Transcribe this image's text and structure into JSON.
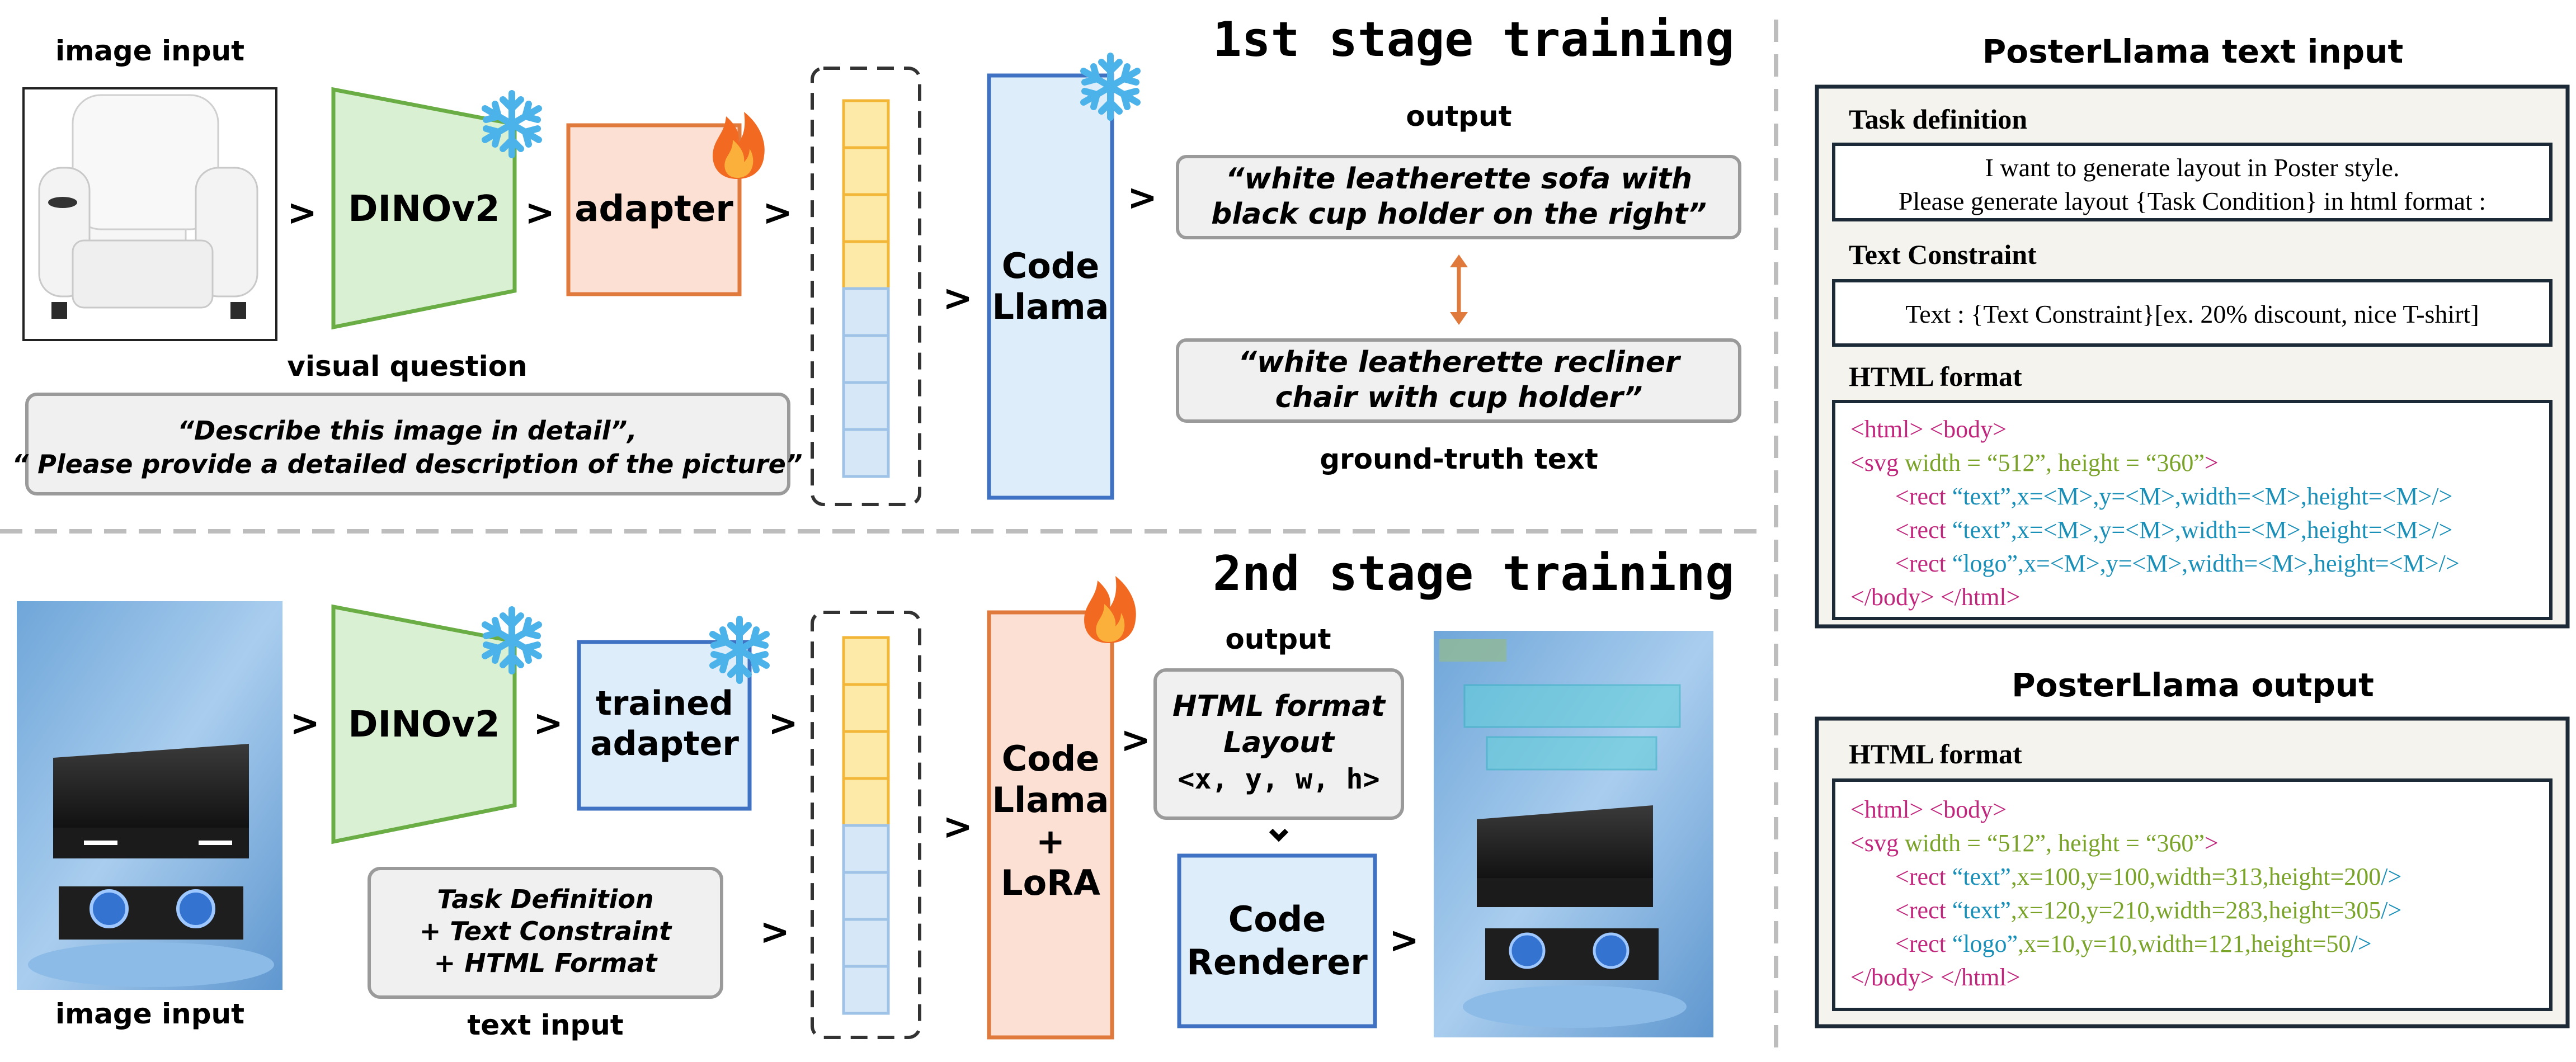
{
  "stage1": {
    "title": "1st stage training",
    "image_label": "image input",
    "encoder": "DINOv2",
    "adapter": "adapter",
    "llm": [
      "Code",
      "Llama"
    ],
    "visual_question_label": "visual question",
    "visual_question_lines": [
      "“Describe this image in detail”,",
      "“ Please provide a detailed description of the picture”"
    ],
    "output_label": "output",
    "output_lines": [
      "“white leatherette sofa with",
      "black cup holder on the right”"
    ],
    "gt_lines": [
      "“white leatherette recliner",
      "chair with cup holder”"
    ],
    "gt_label": "ground-truth text"
  },
  "stage2": {
    "title": "2nd stage training",
    "image_label": "image input",
    "encoder": "DINOv2",
    "adapter": [
      "trained",
      "adapter"
    ],
    "llm": [
      "Code",
      "Llama",
      "+",
      "LoRA"
    ],
    "text_input_lines": [
      "Task Definition",
      "+ Text Constraint",
      "+ HTML Format"
    ],
    "text_input_label": "text input",
    "output_label": "output",
    "output_lines": [
      "HTML format",
      "Layout",
      "<x, y, w, h>"
    ],
    "renderer": [
      "Code",
      "Renderer"
    ]
  },
  "text_input_panel": {
    "title": "PosterLlama text input",
    "task_def_heading": "Task definition",
    "task_def_lines": [
      "I want to generate layout in Poster style.",
      "Please generate layout {Task Condition} in html format :"
    ],
    "text_constraint_heading": "Text Constraint",
    "text_constraint_line": "Text : {Text Constraint}[ex. 20% discount, nice T-shirt]",
    "html_heading": "HTML format",
    "html_lines": [
      "<html> <body>",
      "<svg width = “512”, height = “360”>",
      "<rect “text”,x=<M>,y=<M>,width=<M>,height=<M>/>",
      "<rect “text”,x=<M>,y=<M>,width=<M>,height=<M>/>",
      "<rect “logo”,x=<M>,y=<M>,width=<M>,height=<M>/>",
      "</body> </html>"
    ]
  },
  "output_panel": {
    "title": "PosterLlama output",
    "html_heading": "HTML format",
    "html_lines": [
      "<html> <body>",
      "<svg width = “512”, height = “360”>",
      "<rect “text”,x=100,y=100,width=313,height=200/>",
      "<rect “text”,x=120,y=210,width=283,height=305/>",
      "<rect “logo”,x=10,y=10,width=121,height=50/>",
      "</body> </html>"
    ]
  },
  "colors": {
    "encoder_fill": "#d9f0d3",
    "encoder_stroke": "#6aad45",
    "adapter_fill": "#fbe0d3",
    "adapter_stroke": "#e07a3c",
    "llm_fill": "#ddeefa",
    "llm_stroke": "#3f72c2",
    "token_yellow": "#fde9a8",
    "token_yellow_stroke": "#f2b638",
    "token_blue": "#d6e8f7",
    "token_blue_stroke": "#9ec3e6",
    "snow": "#4cb3ea",
    "fire": "#f26a21",
    "panel_bg": "#f4f3ee",
    "panel_stroke": "#1b2a36"
  },
  "icons": [
    "snowflake-icon",
    "fire-icon",
    "chair-image",
    "range-hood-image",
    "poster-output-image"
  ]
}
